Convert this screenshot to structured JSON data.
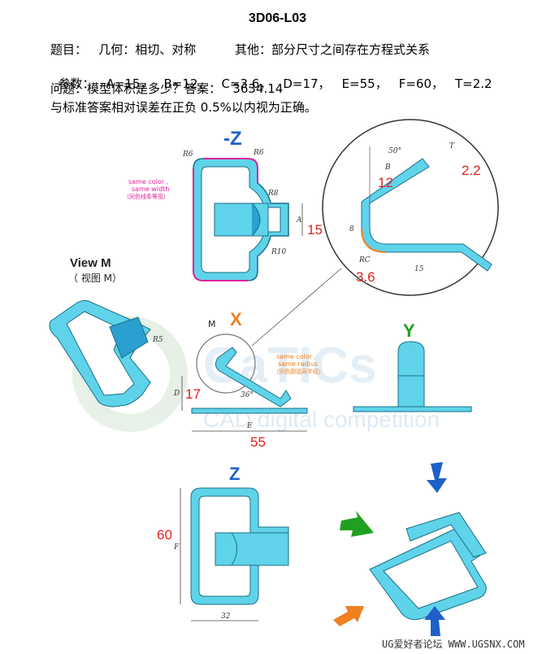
{
  "header": {
    "title": "3D06-L03",
    "line1": "题目：   几何：相切、对称          其他：部分尺寸之间存在方程式关系",
    "params_label": "参数：",
    "params": [
      "A=15，",
      "B=12，",
      "C=3.6，",
      "D=17，",
      "E=55，",
      "F=60，",
      "T=2.2"
    ],
    "line3": "问题：模型体积是多少？答案：   3634.14",
    "line4": "与标准答案相对误差在正负 0.5%以内视为正确。"
  },
  "views": {
    "top_view_label": "-Z",
    "view_m_label": "View M",
    "view_m_cn": "（ 视图  M）",
    "x_label": "X",
    "y_label": "Y",
    "z_label": "Z",
    "m_label": "M",
    "same_color_width": "same color ,",
    "same_width": "same width",
    "same_width_cn": "（同色线条等宽）",
    "same_color_radius": "same color ,",
    "same_radius": "same radius",
    "same_radius_cn": "（同色圆弧同半径）"
  },
  "values": {
    "a": "15",
    "b": "12",
    "c": "3.6",
    "d": "17",
    "e": "55",
    "f": "60",
    "t": "2.2"
  },
  "dims": {
    "r6a": "R6",
    "r6b": "R6",
    "r8": "R8",
    "r10": "R10",
    "r5": "R5",
    "a": "A",
    "t": "T",
    "b": "B",
    "ang50": "50°",
    "ang36": "36°",
    "rc": "RC",
    "d8": "8",
    "d15": "15",
    "d": "D",
    "e": "E",
    "f": "F",
    "d32": "32"
  },
  "watermark": "CAD digital competition",
  "footer": "UG爱好者论坛 WWW.UGSNX.COM",
  "colors": {
    "part_fill": "#5fd3ea",
    "part_stroke": "#1a6f88",
    "magenta": "#e0209a",
    "red": "#e02020",
    "orange": "#f08020",
    "blue": "#1e60c8",
    "green": "#20a020"
  }
}
